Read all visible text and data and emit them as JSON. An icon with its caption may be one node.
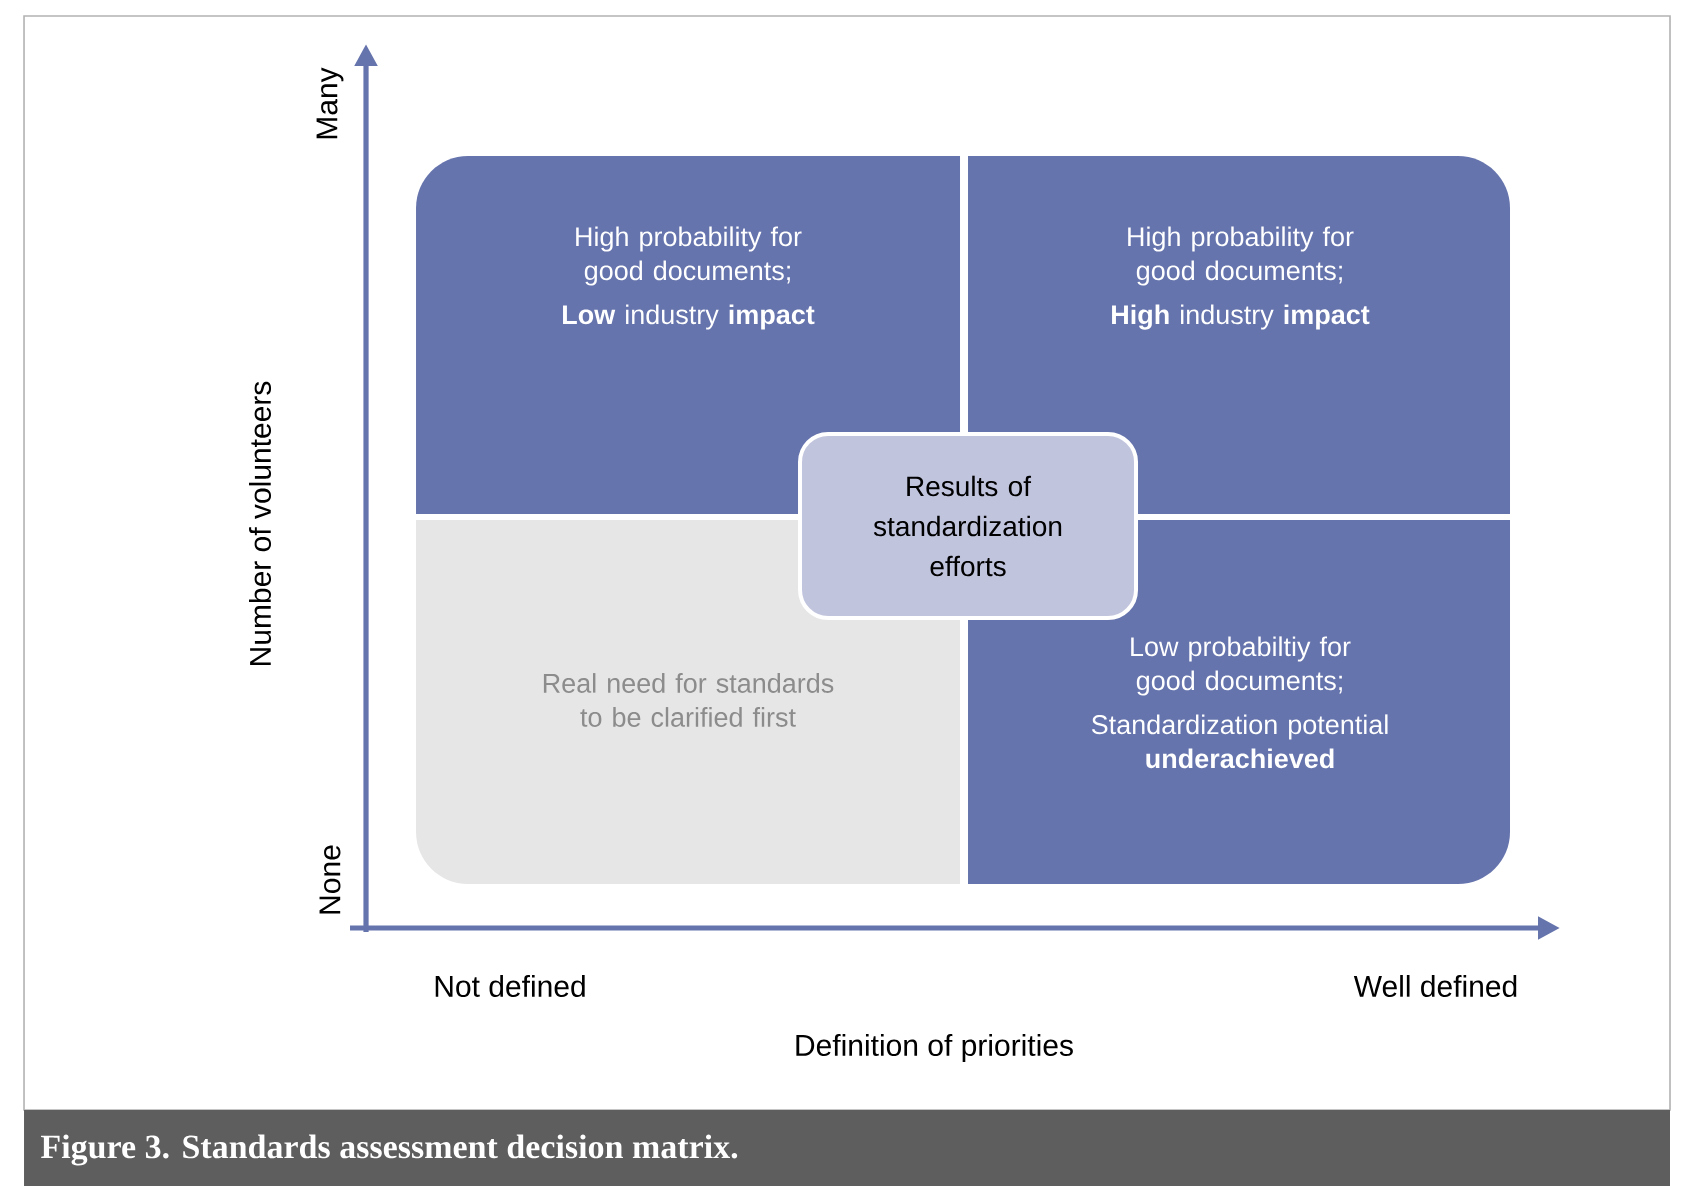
{
  "diagram": {
    "caption": "Figure 3. Standards assessment decision matrix.",
    "nodes": [
      {
        "text": [
          "High probability for good documents;",
          "**Low** industry **impact**"
        ]
      },
      {
        "text": [
          "High probability for good documents;",
          "**High** industry **impact**"
        ]
      },
      {
        "text": [
          "Results of standardization efforts"
        ]
      },
      {
        "text": [
          "Real need for standards to be clarified first"
        ]
      },
      {
        "text": [
          "Low probabiltiy for good documents;",
          "Standardization potential **underachieved**"
        ]
      }
    ],
    "edges": [],
    "labels": [
      "Many",
      "Number of volunteers",
      "None",
      "Not defined",
      "Well defined",
      "Definition of priorities"
    ]
  }
}
